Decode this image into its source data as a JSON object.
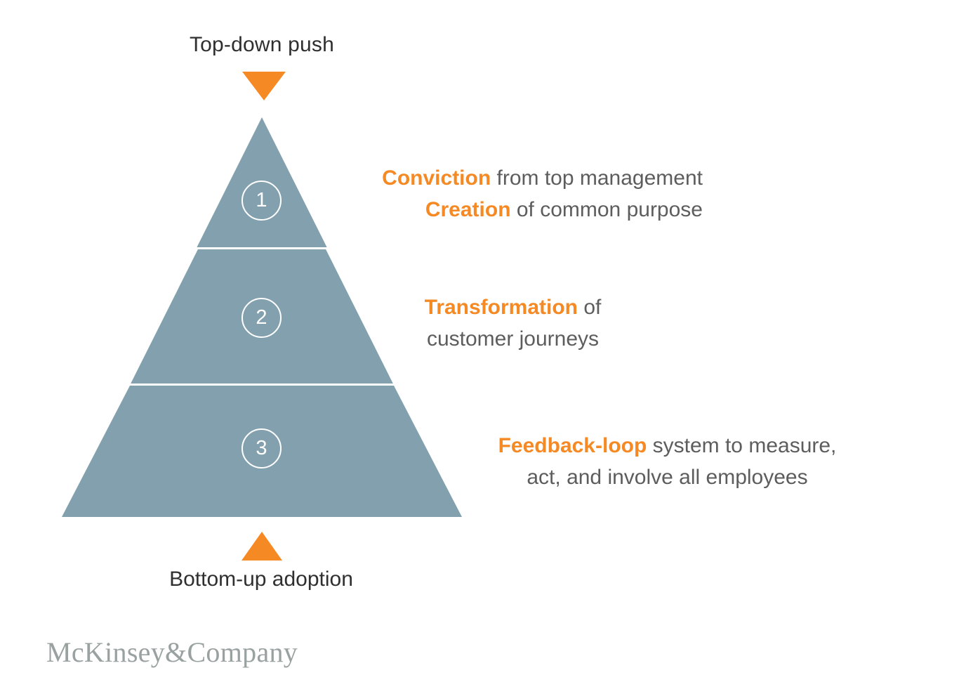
{
  "diagram": {
    "type": "pyramid",
    "title_top": "Top-down push",
    "title_bottom": "Bottom-up adoption",
    "colors": {
      "pyramid_fill": "#82a0ae",
      "accent_orange": "#F58A25",
      "body_text": "#5d5d5d",
      "label_text": "#2f2f2f",
      "divider": "#ffffff",
      "logo_gray": "#9aa1a1"
    },
    "arrows": {
      "down_icon": "triangle-down-icon",
      "up_icon": "triangle-up-icon"
    },
    "tiers": [
      {
        "number": "1",
        "lines": [
          {
            "highlight": "Conviction",
            "rest": " from top management"
          },
          {
            "highlight": "Creation",
            "rest": " of common purpose"
          }
        ]
      },
      {
        "number": "2",
        "lines": [
          {
            "highlight": "Transformation",
            "rest": " of"
          },
          {
            "highlight": "",
            "rest": "customer journeys"
          }
        ]
      },
      {
        "number": "3",
        "lines": [
          {
            "highlight": "Feedback-loop",
            "rest": " system to measure,"
          },
          {
            "highlight": "",
            "rest": "act, and involve all employees"
          }
        ]
      }
    ]
  },
  "footer": {
    "logo_text": "McKinsey&Company"
  }
}
